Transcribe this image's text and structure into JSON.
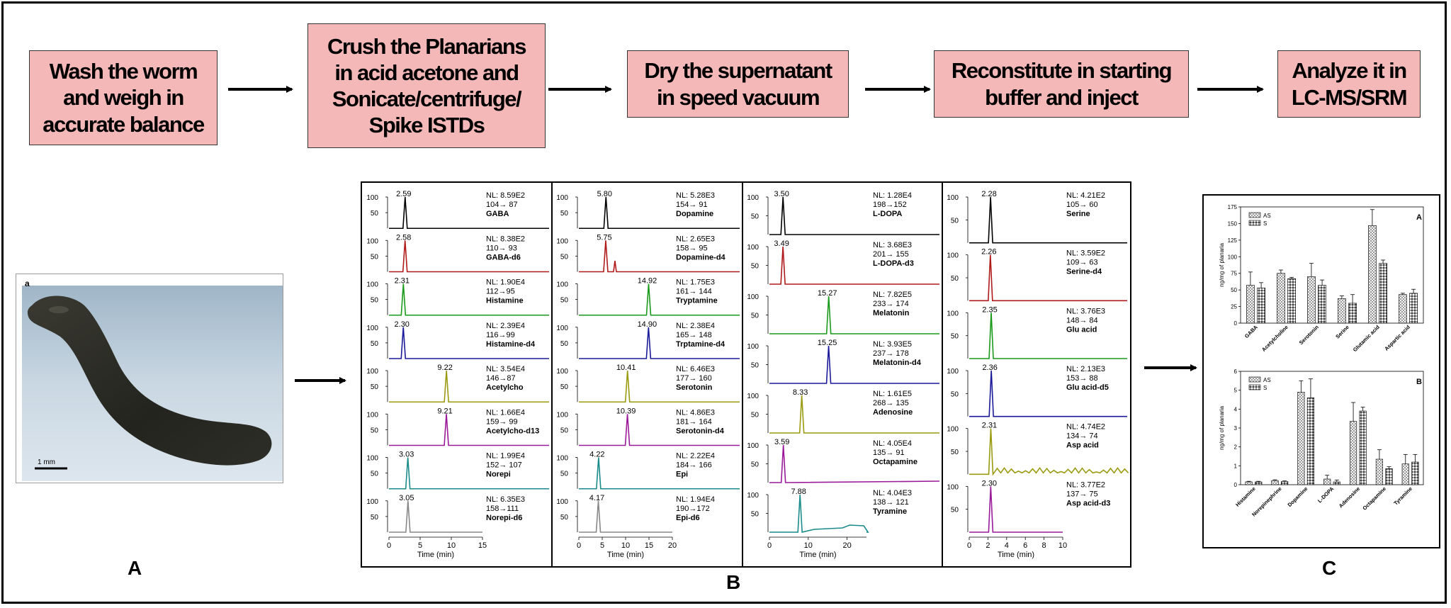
{
  "workflow": {
    "steps": [
      {
        "lines": [
          "Wash the worm",
          "and weigh in",
          "accurate balance"
        ]
      },
      {
        "lines": [
          "Crush  the Planarians",
          "in acid acetone and",
          "Sonicate/centrifuge/",
          "Spike ISTDs"
        ]
      },
      {
        "lines": [
          "Dry the supernatant",
          "in speed vacuum"
        ]
      },
      {
        "lines": [
          "Reconstitute in starting",
          "buffer and inject"
        ]
      },
      {
        "lines": [
          "Analyze it in",
          "LC-MS/SRM"
        ]
      }
    ]
  },
  "panels": {
    "a": "A",
    "b": "B",
    "c": "C"
  },
  "photo": {
    "corner_label": "a",
    "scale_bar": "1 mm"
  },
  "chart_data": [
    {
      "type": "line",
      "panel": "B",
      "columns": [
        {
          "xlim": [
            0,
            15
          ],
          "xticks": [
            "0",
            "5",
            "10",
            "15"
          ],
          "xlabel": "Time (min)",
          "traces": [
            {
              "color": "#000000",
              "rt": 2.59,
              "peak": "2.59",
              "nl": "NL: 8.59E2",
              "mz": "104→ 87",
              "name": "GABA"
            },
            {
              "color": "#b01a1a",
              "rt": 2.58,
              "peak": "2.58",
              "nl": "NL: 8.38E2",
              "mz": "110→ 93",
              "name": "GABA-d6"
            },
            {
              "color": "#1a9a1a",
              "rt": 2.31,
              "peak": "2.31",
              "nl": "NL: 1.90E4",
              "mz": "112→95",
              "name": "Histamine"
            },
            {
              "color": "#1a1a9a",
              "rt": 2.3,
              "peak": "2.30",
              "nl": "NL: 2.39E4",
              "mz": "116→99",
              "name": "Histamine-d4"
            },
            {
              "color": "#9a9a10",
              "rt": 9.22,
              "peak": "9.22",
              "nl": "NL: 3.54E4",
              "mz": "146→87",
              "name": "Acetylcho"
            },
            {
              "color": "#9a1a9a",
              "rt": 9.21,
              "peak": "9.21",
              "nl": "NL: 1.66E4",
              "mz": "159→ 99",
              "name": "Acetylcho-d13"
            },
            {
              "color": "#1a8a8a",
              "rt": 3.03,
              "peak": "3.03",
              "nl": "NL: 1.99E4",
              "mz": "152→ 107",
              "name": "Norepi"
            },
            {
              "color": "#888888",
              "rt": 3.05,
              "peak": "3.05",
              "nl": "NL: 6.35E3",
              "mz": "158→111",
              "name": "Norepi-d6"
            }
          ]
        },
        {
          "xlim": [
            0,
            20
          ],
          "xticks": [
            "0",
            "5",
            "10",
            "15",
            "20"
          ],
          "xlabel": "Time (min)",
          "traces": [
            {
              "color": "#000000",
              "rt": 5.8,
              "peak": "5.80",
              "nl": "NL: 5.28E3",
              "mz": "154→ 91",
              "name": "Dopamine"
            },
            {
              "color": "#b01a1a",
              "rt": 5.75,
              "peak": "5.75",
              "nl": "NL: 2.65E3",
              "mz": "158→ 95",
              "name": "Dopamine-d4"
            },
            {
              "color": "#1a9a1a",
              "rt": 14.92,
              "peak": "14.92",
              "nl": "NL: 1.75E3",
              "mz": "161→ 144",
              "name": "Tryptamine"
            },
            {
              "color": "#1a1a9a",
              "rt": 14.9,
              "peak": "14.90",
              "nl": "NL: 2.38E4",
              "mz": "165→ 148",
              "name": "Trptamine-d4"
            },
            {
              "color": "#9a9a10",
              "rt": 10.41,
              "peak": "10.41",
              "nl": "NL: 6.46E3",
              "mz": "177→ 160",
              "name": "Serotonin"
            },
            {
              "color": "#9a1a9a",
              "rt": 10.39,
              "peak": "10.39",
              "nl": "NL: 4.86E3",
              "mz": "181→ 164",
              "name": "Serotonin-d4"
            },
            {
              "color": "#1a8a8a",
              "rt": 4.22,
              "peak": "4.22",
              "nl": "NL: 2.22E4",
              "mz": "184→ 166",
              "name": "Epi"
            },
            {
              "color": "#888888",
              "rt": 4.17,
              "peak": "4.17",
              "nl": "NL: 1.94E4",
              "mz": "190→172",
              "name": "Epi-d6"
            }
          ]
        },
        {
          "xlim": [
            0,
            25
          ],
          "xticks": [
            "0",
            "10",
            "20"
          ],
          "xlabel": "Time (min)",
          "traces": [
            {
              "color": "#000000",
              "rt": 3.5,
              "peak": "3.50",
              "nl": "NL: 1.28E4",
              "mz": "198→152",
              "name": "L-DOPA"
            },
            {
              "color": "#b01a1a",
              "rt": 3.49,
              "peak": "3.49",
              "nl": "NL: 3.68E3",
              "mz": "201→ 155",
              "name": "L-DOPA-d3"
            },
            {
              "color": "#1a9a1a",
              "rt": 15.27,
              "peak": "15.27",
              "nl": "NL: 7.82E5",
              "mz": "233→ 174",
              "name": "Melatonin"
            },
            {
              "color": "#1a1a9a",
              "rt": 15.25,
              "peak": "15.25",
              "nl": "NL: 3.93E5",
              "mz": "237→ 178",
              "name": "Melatonin-d4"
            },
            {
              "color": "#9a9a10",
              "rt": 8.33,
              "peak": "8.33",
              "nl": "NL: 1.61E5",
              "mz": "268→ 135",
              "name": "Adenosine"
            },
            {
              "color": "#9a1a9a",
              "rt": 3.59,
              "peak": "3.59",
              "nl": "NL: 4.05E4",
              "mz": "135→ 91",
              "name": "Octapamine"
            },
            {
              "color": "#1a8a8a",
              "rt": 7.88,
              "peak": "7.88",
              "nl": "NL: 4.04E3",
              "mz": "138→ 121",
              "name": "Tyramine"
            }
          ]
        },
        {
          "xlim": [
            0,
            10
          ],
          "xticks": [
            "0",
            "2",
            "4",
            "6",
            "8",
            "10"
          ],
          "xlabel": "Time (min)",
          "traces": [
            {
              "color": "#000000",
              "rt": 2.28,
              "peak": "2.28",
              "nl": "NL: 4.21E2",
              "mz": "105→ 60",
              "name": "Serine"
            },
            {
              "color": "#b01a1a",
              "rt": 2.26,
              "peak": "2.26",
              "nl": "NL: 3.59E2",
              "mz": "109→ 63",
              "name": "Serine-d4"
            },
            {
              "color": "#1a9a1a",
              "rt": 2.35,
              "peak": "2.35",
              "nl": "NL: 3.76E3",
              "mz": "148→ 84",
              "name": "Glu acid"
            },
            {
              "color": "#1a1a9a",
              "rt": 2.36,
              "peak": "2.36",
              "nl": "NL: 2.13E3",
              "mz": "153→ 88",
              "name": "Glu acid-d5"
            },
            {
              "color": "#9a9a10",
              "rt": 2.31,
              "peak": "2.31",
              "nl": "NL: 4.74E2",
              "mz": "134→ 74",
              "name": "Asp acid"
            },
            {
              "color": "#9a1a9a",
              "rt": 2.3,
              "peak": "2.30",
              "nl": "NL: 3.77E2",
              "mz": "137→ 75",
              "name": "Asp acid-d3"
            }
          ]
        }
      ],
      "yticks": [
        "100",
        "50"
      ]
    },
    {
      "type": "bar",
      "panel_letter": "A",
      "ylabel": "ng/mg of planaria",
      "ylim": [
        0,
        175
      ],
      "yticks": [
        "0",
        "25",
        "50",
        "75",
        "100",
        "125",
        "150",
        "175"
      ],
      "legend": [
        "AS",
        "S"
      ],
      "categories": [
        "GABA",
        "Acetylcholine",
        "Serotonin",
        "Serine",
        "Glutamic acid",
        "Aspartic acid"
      ],
      "series": [
        {
          "name": "AS",
          "values": [
            57,
            75,
            70,
            37,
            147,
            43
          ],
          "errors": [
            20,
            5,
            20,
            4,
            24,
            2
          ]
        },
        {
          "name": "S",
          "values": [
            53,
            67,
            57,
            30,
            90,
            45
          ],
          "errors": [
            8,
            2,
            8,
            13,
            5,
            6
          ]
        }
      ]
    },
    {
      "type": "bar",
      "panel_letter": "B",
      "ylabel": "ng/mg of planaria",
      "ylim": [
        0,
        6
      ],
      "yticks": [
        "0",
        "1",
        "2",
        "3",
        "4",
        "5",
        "6"
      ],
      "legend": [
        "AS",
        "S"
      ],
      "categories": [
        "Histamine",
        "Norepinephrine",
        "Dopamine",
        "L-DOPA",
        "Adenosine",
        "Octapamine",
        "Tyramine"
      ],
      "series": [
        {
          "name": "AS",
          "values": [
            0.15,
            0.22,
            4.9,
            0.3,
            3.35,
            1.35,
            1.1
          ],
          "errors": [
            0.03,
            0.04,
            0.6,
            0.2,
            1.0,
            0.5,
            0.5
          ]
        },
        {
          "name": "S",
          "values": [
            0.15,
            0.17,
            4.6,
            0.15,
            3.9,
            0.85,
            1.2
          ],
          "errors": [
            0.03,
            0.03,
            1.0,
            0.1,
            0.2,
            0.1,
            0.4
          ]
        }
      ]
    }
  ]
}
